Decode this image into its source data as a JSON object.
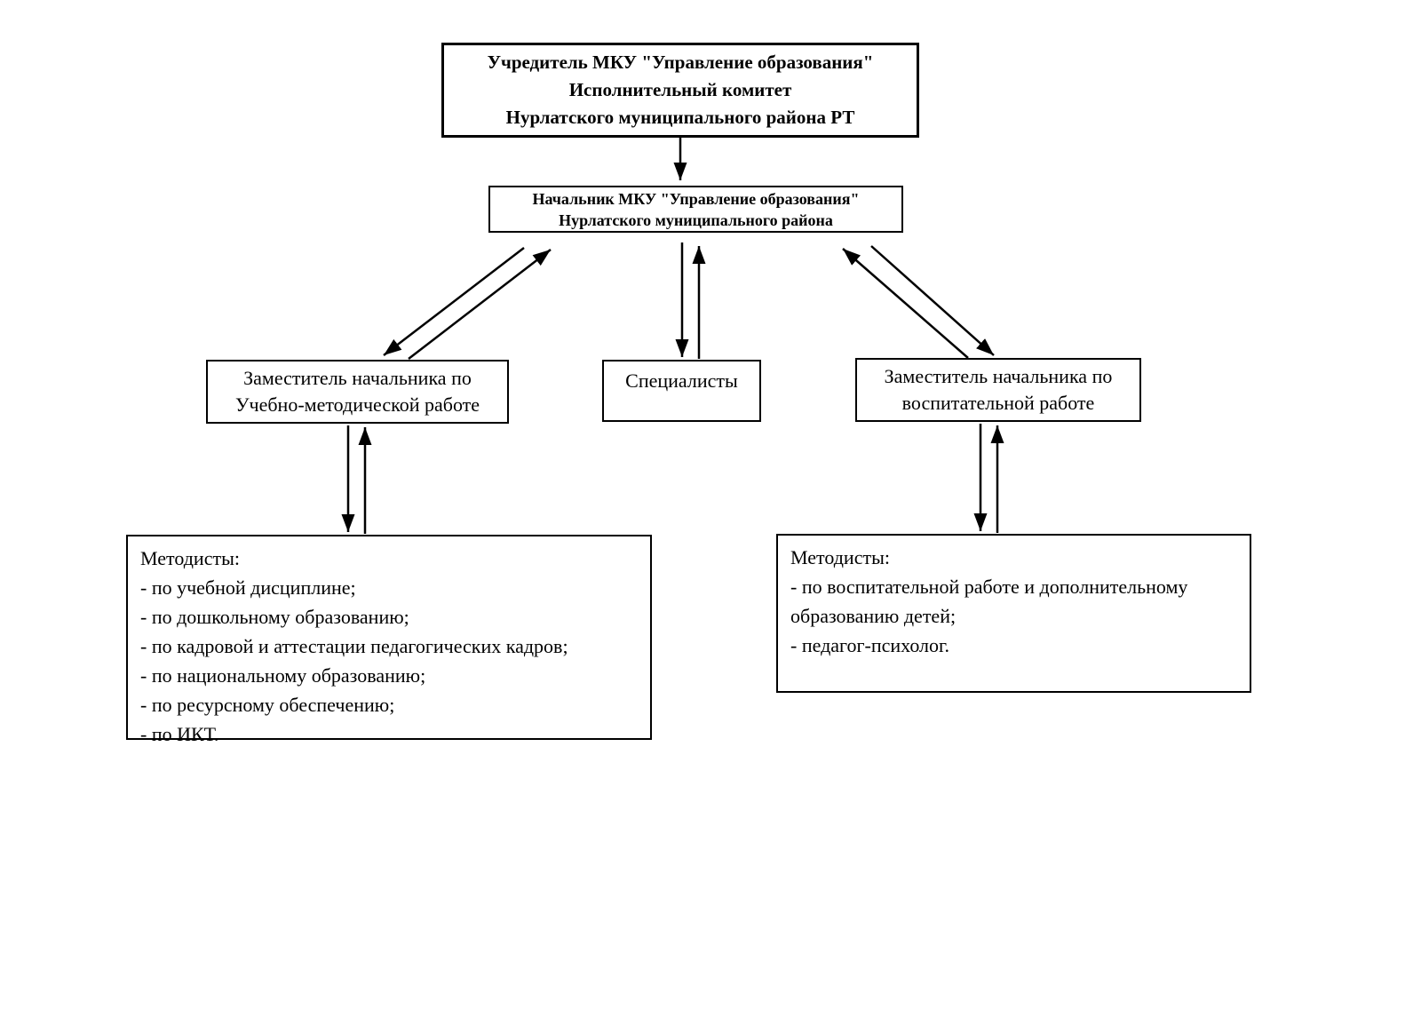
{
  "diagram": {
    "colors": {
      "border": "#000000",
      "background": "#ffffff",
      "text": "#000000",
      "arrow": "#000000"
    },
    "nodes": {
      "founder": {
        "lines": [
          "Учредитель МКУ \"Управление образования\"",
          "Исполнительный комитет",
          "Нурлатского муниципального района РТ"
        ]
      },
      "head": {
        "lines": [
          "Начальник МКУ \"Управление образования\"",
          "Нурлатского муниципального района"
        ]
      },
      "deputy_methodical": {
        "lines": [
          "Заместитель начальника по",
          "Учебно-методической работе"
        ]
      },
      "specialists": {
        "label": "Специалисты"
      },
      "deputy_educational": {
        "lines": [
          "Заместитель начальника по",
          "воспитательной работе"
        ]
      },
      "methodists_left": {
        "title": "Методисты:",
        "items": [
          "- по учебной дисциплине;",
          "- по дошкольному образованию;",
          "- по кадровой и аттестации педагогических кадров;",
          "- по национальному образованию;",
          "- по ресурсному обеспечению;",
          "- по ИКТ."
        ]
      },
      "methodists_right": {
        "title": "Методисты:",
        "items": [
          "- по воспитательной работе и дополнительному образованию детей;",
          "- педагог-психолог."
        ]
      }
    },
    "edges": [
      "founder -> head (down arrow)",
      "head <-> deputy_methodical (two diagonal arrows)",
      "head <-> specialists (two vertical arrows)",
      "head <-> deputy_educational (two diagonal arrows)",
      "deputy_methodical <-> methodists_left (two vertical arrows)",
      "deputy_educational <-> methodists_right (two vertical arrows)"
    ]
  }
}
